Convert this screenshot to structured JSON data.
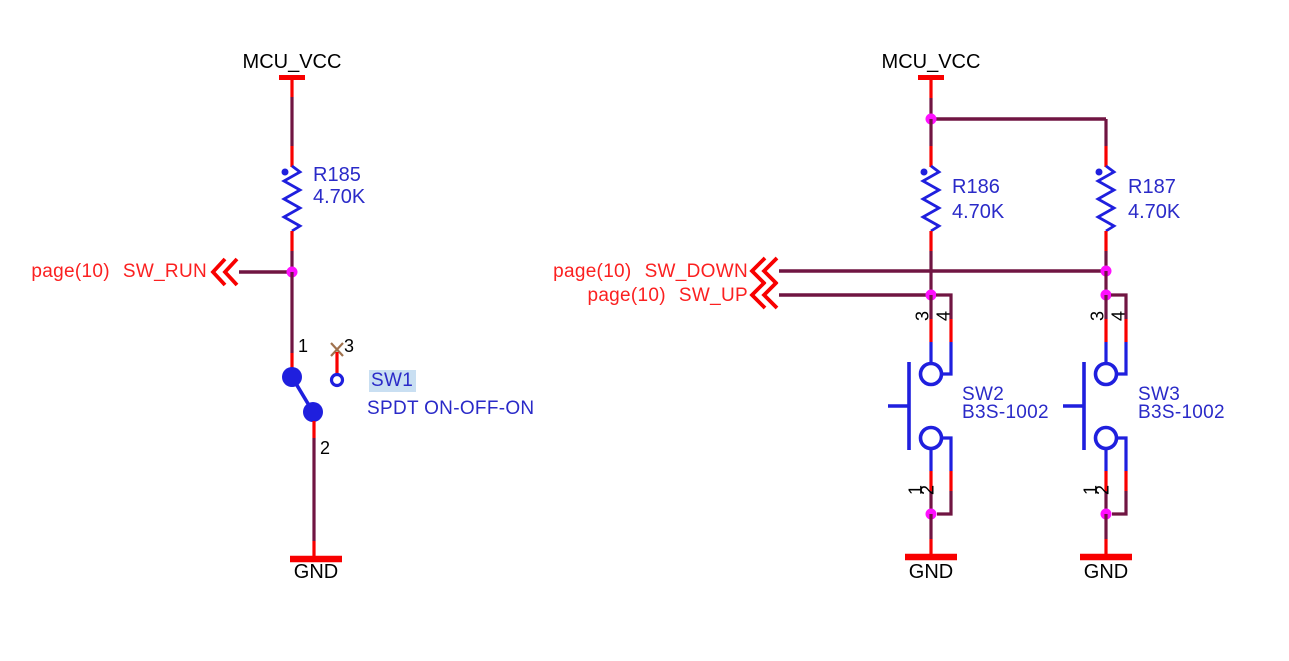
{
  "colors": {
    "wire-red": "#f80000",
    "wire-purple": "#701542",
    "symbol-blue": "#1f1fde",
    "text-blue": "#2a2ac8",
    "text-red": "#fb2020",
    "junction-magenta": "#ff10ff",
    "text-black": "#000000",
    "nc-brown": "#a0724e",
    "highlight-blue": "#c9dff2"
  },
  "left": {
    "power_net": "MCU_VCC",
    "resistor": {
      "ref": "R185",
      "value": "4.70K"
    },
    "net_label": {
      "page_ref": "page(10)",
      "net": "SW_RUN"
    },
    "switch": {
      "ref": "SW1",
      "part": "SPDT ON-OFF-ON",
      "pin1": "1",
      "pin2": "2",
      "pin3": "3"
    },
    "ground_net": "GND"
  },
  "right": {
    "power_net": "MCU_VCC",
    "net_down": {
      "page_ref": "page(10)",
      "net": "SW_DOWN"
    },
    "net_up": {
      "page_ref": "page(10)",
      "net": "SW_UP"
    },
    "sw2": {
      "resistor": {
        "ref": "R186",
        "value": "4.70K"
      },
      "ref": "SW2",
      "part": "B3S-1002",
      "pin1": "1",
      "pin2": "2",
      "pin3": "3",
      "pin4": "4",
      "ground_net": "GND"
    },
    "sw3": {
      "resistor": {
        "ref": "R187",
        "value": "4.70K"
      },
      "ref": "SW3",
      "part": "B3S-1002",
      "pin1": "1",
      "pin2": "2",
      "pin3": "3",
      "pin4": "4",
      "ground_net": "GND"
    }
  }
}
